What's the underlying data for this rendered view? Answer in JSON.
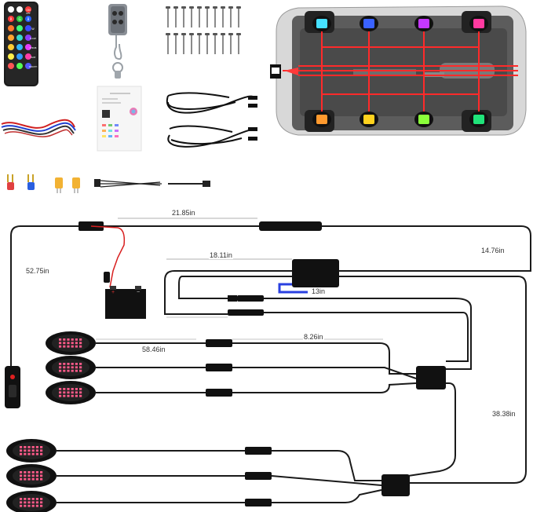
{
  "remote": {
    "on_label": "ON",
    "off_label": "OFF",
    "flash_label": "FLASH",
    "strobe_label": "STROB",
    "fade_label": "FADE",
    "smooth_label": "SMOOTH",
    "r_label": "R",
    "g_label": "G",
    "b_label": "B",
    "w_label": "W"
  },
  "dimensions": {
    "d_21_85": "21.85in",
    "d_14_76": "14.76in",
    "d_52_75": "52.75in",
    "d_18_11": "18.11in",
    "d_13": "13in",
    "d_58_46": "58.46in",
    "d_8_26": "8.26in",
    "d_38_38": "38.38in"
  },
  "pod_colors": {
    "top": [
      "#46e0ff",
      "#3a62ff",
      "#c638ff",
      "#ff3aa0"
    ],
    "bottom": [
      "#ff9a2e",
      "#ffd21e",
      "#8bff3a",
      "#20e37a"
    ]
  },
  "colors": {
    "wire": "#1a1a1a",
    "power_red": "#e02020",
    "led_pink": "#ff5a8a",
    "car_body": "#cfcfcf"
  }
}
